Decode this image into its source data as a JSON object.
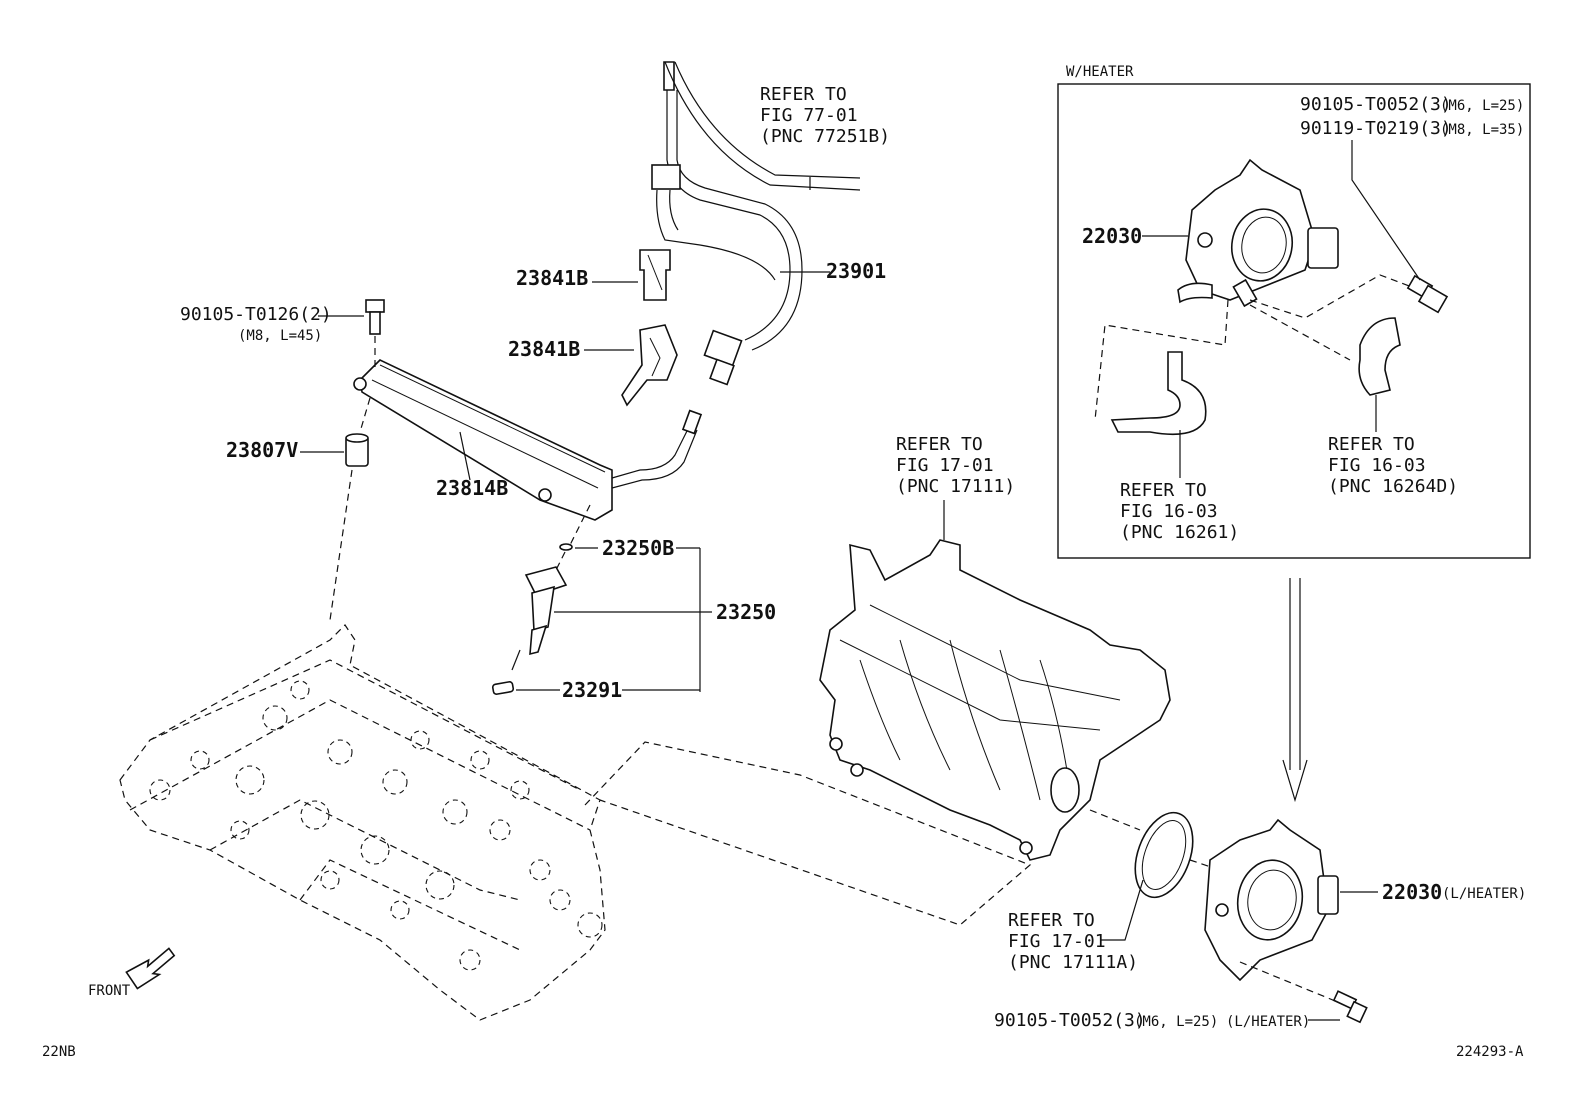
{
  "labels": {
    "refer_77": [
      "REFER TO",
      "FIG 77-01",
      "(PNC 77251B)"
    ],
    "p23901": "23901",
    "p23841b_a": "23841B",
    "p23841b_b": "23841B",
    "bolt_90105_t0126": "90105-T0126(2)",
    "bolt_90105_t0126_spec": "(M8, L=45)",
    "p23807v": "23807V",
    "p23814b": "23814B",
    "p23250b": "23250B",
    "p23250": "23250",
    "p23291": "23291",
    "refer_17_top": [
      "REFER TO",
      "FIG 17-01",
      "(PNC 17111)"
    ],
    "heater_title": "W/HEATER",
    "heater_bolt1": "90105-T0052(3)",
    "heater_bolt1_spec": "(M6, L=25)",
    "heater_bolt2": "90119-T0219(3)",
    "heater_bolt2_spec": "(M8, L=35)",
    "heater_22030": "22030",
    "refer_16261": [
      "REFER TO",
      "FIG 16-03",
      "(PNC 16261)"
    ],
    "refer_16264d": [
      "REFER TO",
      "FIG 16-03",
      "(PNC 16264D)"
    ],
    "p22030_lheater": "22030",
    "p22030_lheater_suffix": "(L/HEATER)",
    "refer_17_bottom": [
      "REFER TO",
      "FIG 17-01",
      "(PNC 17111A)"
    ],
    "bottom_bolt": "90105-T0052(3)",
    "bottom_bolt_spec": "(M6, L=25)",
    "bottom_bolt_suffix": "(L/HEATER)",
    "front": "FRONT",
    "code_left": "22NB",
    "code_right": "224293-A"
  }
}
